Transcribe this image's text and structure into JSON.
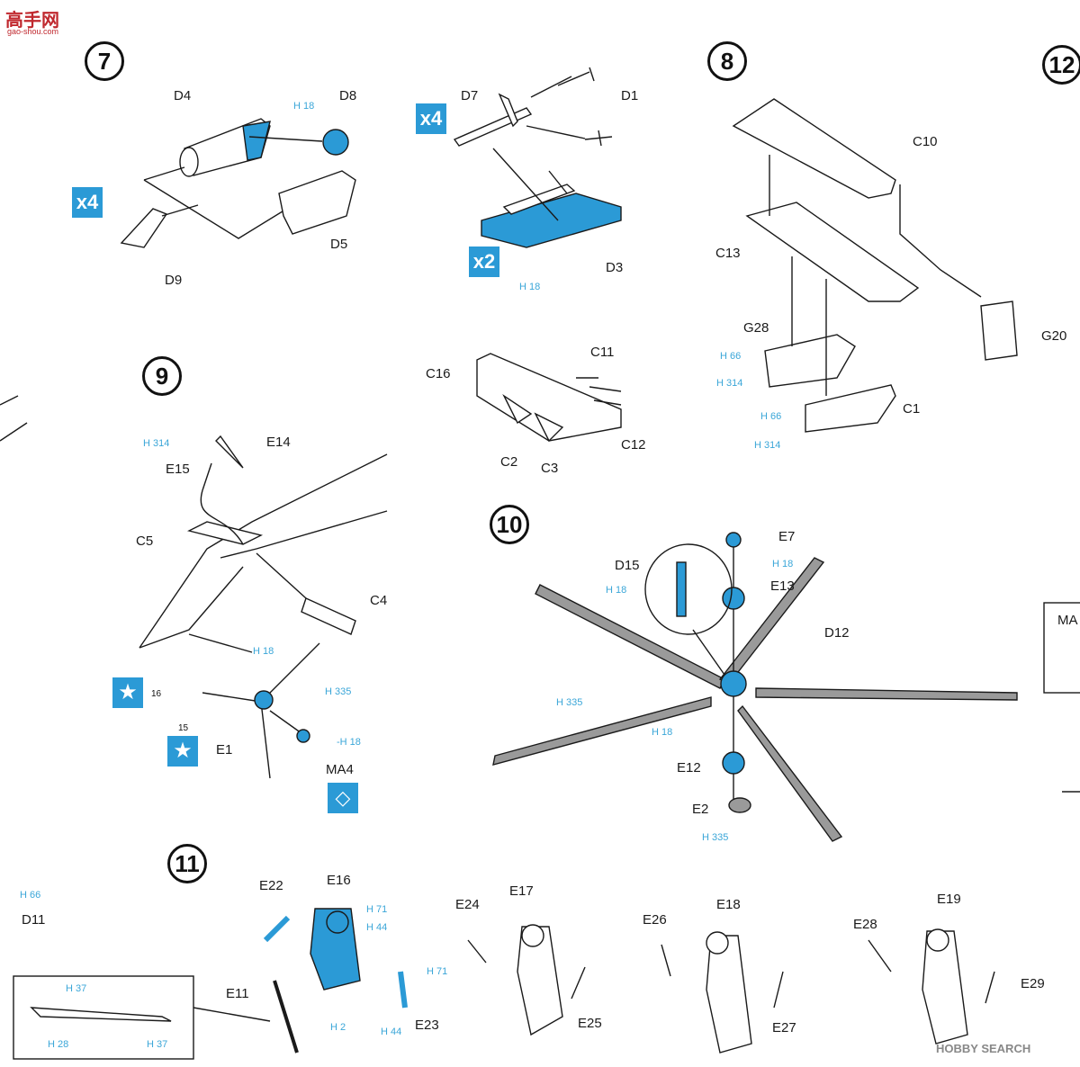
{
  "site": {
    "logo_text": "高手网",
    "logo_sub": "gao-shou.com"
  },
  "watermark": {
    "text": "HOBBY SEARCH"
  },
  "steps": [
    "7",
    "8",
    "12",
    "9",
    "10",
    "11"
  ],
  "quantities": {
    "s7_x4": "x4",
    "s7b_x4": "x4",
    "s7_x2": "x2"
  },
  "parts": {
    "D4": "D4",
    "D8": "D8",
    "D5": "D5",
    "D9": "D9",
    "D7": "D7",
    "D1": "D1",
    "D3": "D3",
    "C10": "C10",
    "C13": "C13",
    "G28": "G28",
    "G20": "G20",
    "C1": "C1",
    "C11": "C11",
    "C16": "C16",
    "C12": "C12",
    "C2": "C2",
    "C3": "C3",
    "E14": "E14",
    "E15": "E15",
    "C5": "C5",
    "C4": "C4",
    "E1": "E1",
    "MA4": "MA4",
    "E7": "E7",
    "D15": "D15",
    "E13": "E13",
    "D12": "D12",
    "E12": "E12",
    "E2": "E2",
    "MA": "MA",
    "D11": "D11",
    "E22": "E22",
    "E16": "E16",
    "E11": "E11",
    "E23": "E23",
    "E24": "E24",
    "E17": "E17",
    "E25": "E25",
    "E26": "E26",
    "E18": "E18",
    "E27": "E27",
    "E28": "E28",
    "E19": "E19",
    "E29": "E29"
  },
  "paints": {
    "p1": "H 18",
    "p2": "H 18",
    "p3": "H 66",
    "p4": "H 314",
    "p5": "H 66",
    "p6": "H 314",
    "p7": "H 314",
    "p8": "H 18",
    "p9": "H 335",
    "p10": "-H 18",
    "p11": "H 18",
    "p12": "H 18",
    "p13": "H 335",
    "p14": "H 18",
    "p15": "H 335",
    "p16": "H 66",
    "p17": "H 71",
    "p18": "H 44",
    "p19": "H 2",
    "p20": "H 71",
    "p21": "H 44",
    "p22": "H 37",
    "p23": "H 28",
    "p24": "H 37"
  },
  "decals": {
    "d16": "16",
    "d15": "15"
  },
  "colors": {
    "accent_blue": "#2b9ad6",
    "paint_text": "#3aa6d8",
    "grey_blade": "#9a9a9a",
    "ink": "#1a1a1a"
  }
}
